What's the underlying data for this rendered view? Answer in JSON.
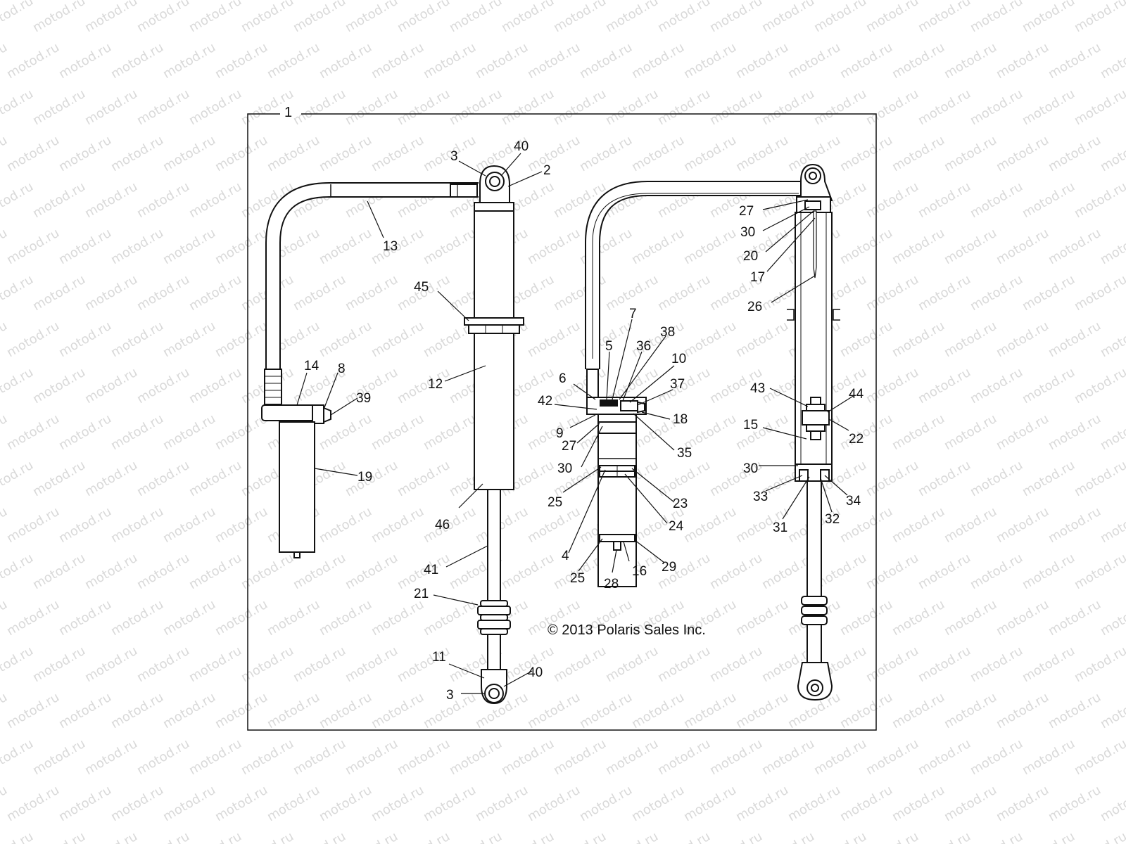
{
  "watermark": {
    "text": "motod.ru"
  },
  "frame": {
    "label": "1"
  },
  "copyright": "© 2013 Polaris Sales Inc.",
  "callouts": {
    "c3a": "3",
    "c40a": "40",
    "c2": "2",
    "c13": "13",
    "c45": "45",
    "c12": "12",
    "c14": "14",
    "c8": "8",
    "c39": "39",
    "c19": "19",
    "c46": "46",
    "c41": "41",
    "c21": "21",
    "c11": "11",
    "c40b": "40",
    "c3b": "3",
    "c7": "7",
    "c38": "38",
    "c5": "5",
    "c36": "36",
    "c10": "10",
    "c6": "6",
    "c37": "37",
    "c42": "42",
    "c18": "18",
    "c9": "9",
    "c27a": "27",
    "c35": "35",
    "c30a": "30",
    "c25a": "25",
    "c23": "23",
    "c24": "24",
    "c4": "4",
    "c25b": "25",
    "c28": "28",
    "c16": "16",
    "c29": "29",
    "c27b": "27",
    "c30b": "30",
    "c20": "20",
    "c17": "17",
    "c26": "26",
    "c43": "43",
    "c44": "44",
    "c15": "15",
    "c22": "22",
    "c30c": "30",
    "c33": "33",
    "c34": "34",
    "c31": "31",
    "c32": "32"
  }
}
